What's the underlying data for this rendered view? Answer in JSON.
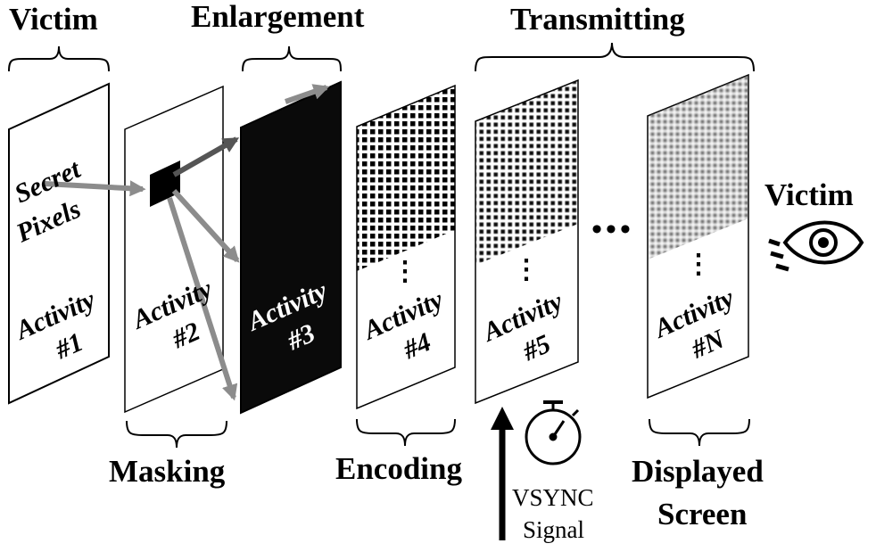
{
  "labels": {
    "victim_top": "Victim",
    "enlargement": "Enlargement",
    "transmitting": "Transmitting",
    "masking": "Masking",
    "encoding": "Encoding",
    "displayed_line1": "Displayed",
    "displayed_line2": "Screen",
    "victim_right": "Victim",
    "vsync_line1": "VSYNC",
    "vsync_line2": "Signal",
    "secret_line1": "Secret",
    "secret_line2": "Pixels",
    "ellipsis_dots": "•••",
    "vertical_dots": "⋮"
  },
  "activities": [
    {
      "word": "Activity",
      "num": "#1"
    },
    {
      "word": "Activity",
      "num": "#2"
    },
    {
      "word": "Activity",
      "num": "#3"
    },
    {
      "word": "Activity",
      "num": "#4"
    },
    {
      "word": "Activity",
      "num": "#5"
    },
    {
      "word": "Activity",
      "num": "#N"
    }
  ],
  "icons": [
    "eye-icon",
    "stopwatch-icon",
    "arrow-up-icon"
  ],
  "colors": {
    "black": "#000000",
    "panel_dark": "#0a0a0a",
    "arrow_gray": "#8c8c8c",
    "arrow_dark": "#555555"
  }
}
